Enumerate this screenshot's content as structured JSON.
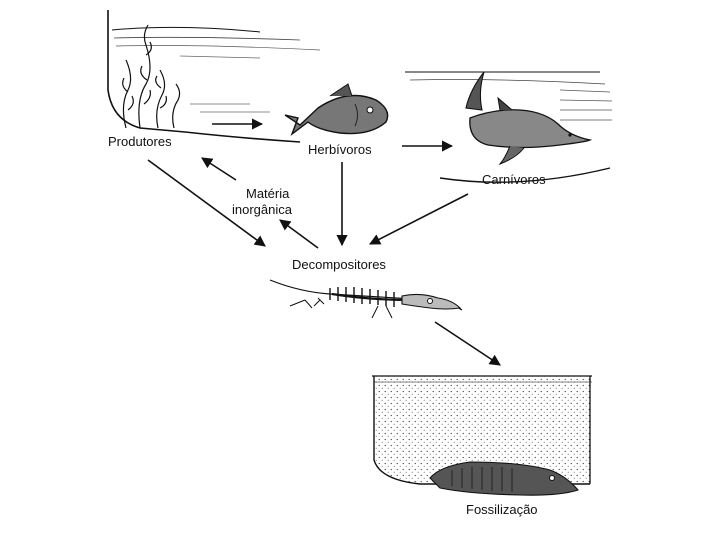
{
  "labels": {
    "producers": "Produtores",
    "herbivores": "Herbívoros",
    "carnivores": "Carnívoros",
    "inorganic_line1": "Matéria",
    "inorganic_line2": "inorgânica",
    "decomposers": "Decompositores",
    "fossilization": "Fossilização"
  },
  "icons": {
    "seaweed": "seaweed-icon",
    "fish": "fish-icon",
    "dolphin": "dolphin-icon",
    "skeleton": "skeleton-icon",
    "fossil": "fossil-icon"
  },
  "colors": {
    "ink": "#111111",
    "background": "#ffffff",
    "sediment": "#f2f2f2"
  }
}
